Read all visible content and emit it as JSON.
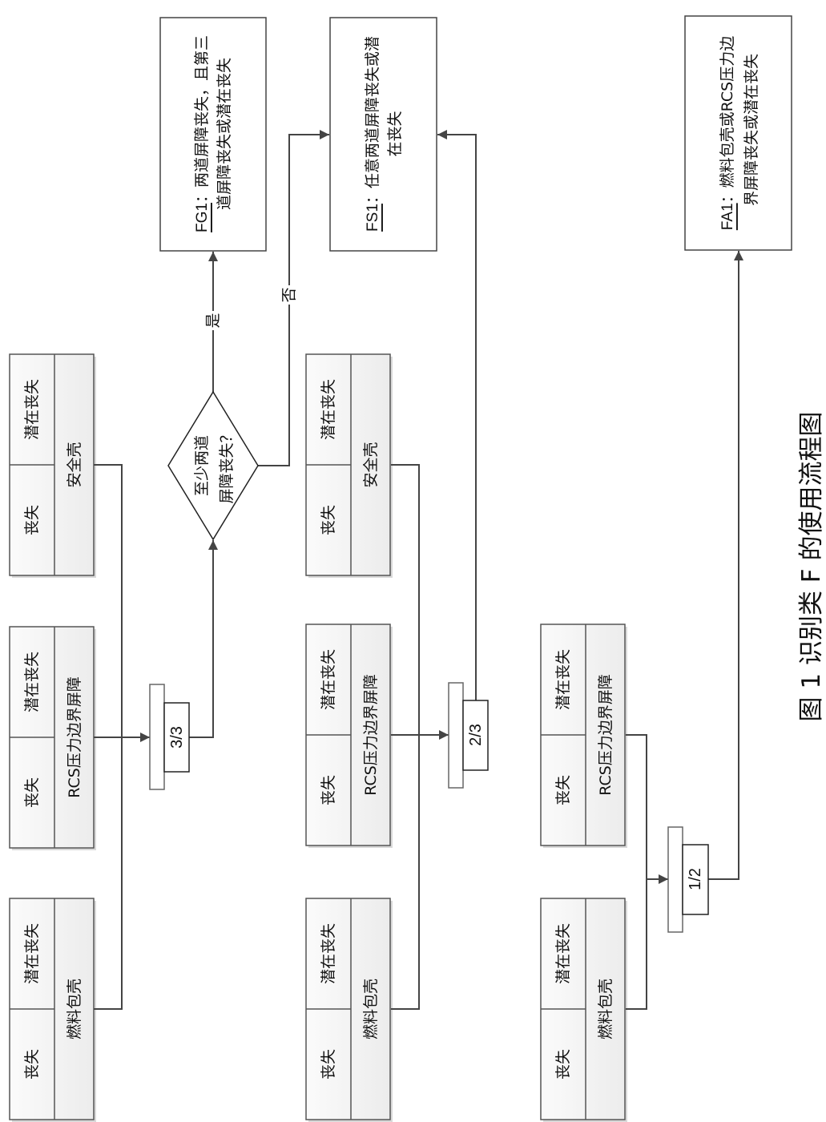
{
  "rows": [
    {
      "blocks": [
        {
          "loss": "丧失",
          "potential": "潜在丧失",
          "name": "安全壳"
        },
        {
          "loss": "丧失",
          "potential": "潜在丧失",
          "name": "RCS压力边界屏障"
        },
        {
          "loss": "丧失",
          "potential": "潜在丧失",
          "name": "燃料包壳"
        }
      ],
      "gate": "3/3"
    },
    {
      "blocks": [
        {
          "loss": "丧失",
          "potential": "潜在丧失",
          "name": "安全壳"
        },
        {
          "loss": "丧失",
          "potential": "潜在丧失",
          "name": "RCS压力边界屏障"
        },
        {
          "loss": "丧失",
          "potential": "潜在丧失",
          "name": "燃料包壳"
        }
      ],
      "gate": "2/3"
    },
    {
      "blocks": [
        {
          "loss": "丧失",
          "potential": "潜在丧失",
          "name": "RCS压力边界屏障"
        },
        {
          "loss": "丧失",
          "potential": "潜在丧失",
          "name": "燃料包壳"
        }
      ],
      "gate": "1/2"
    }
  ],
  "decision": {
    "line1": "至少两道",
    "line2": "屏障丧失？",
    "yes": "是",
    "no": "否"
  },
  "outcomes": {
    "fg1": {
      "code": "FG1",
      "line1": "：两道屏障丧失，且第三",
      "line2": "道屏障丧失或潜在丧失"
    },
    "fs1": {
      "code": "FS1",
      "line1": "：任意两道屏障丧失或潜",
      "line2": "在丧失"
    },
    "fa1": {
      "code": "FA1",
      "line1": "：燃料包壳或RCS压力边",
      "line2": "界屏障丧失或潜在丧失"
    }
  },
  "caption": "图 1 识别类 F 的使用流程图",
  "colors": {
    "line": "#444444",
    "cell_fill": "#f2f2f2",
    "shadow": "#d9d9d9"
  }
}
